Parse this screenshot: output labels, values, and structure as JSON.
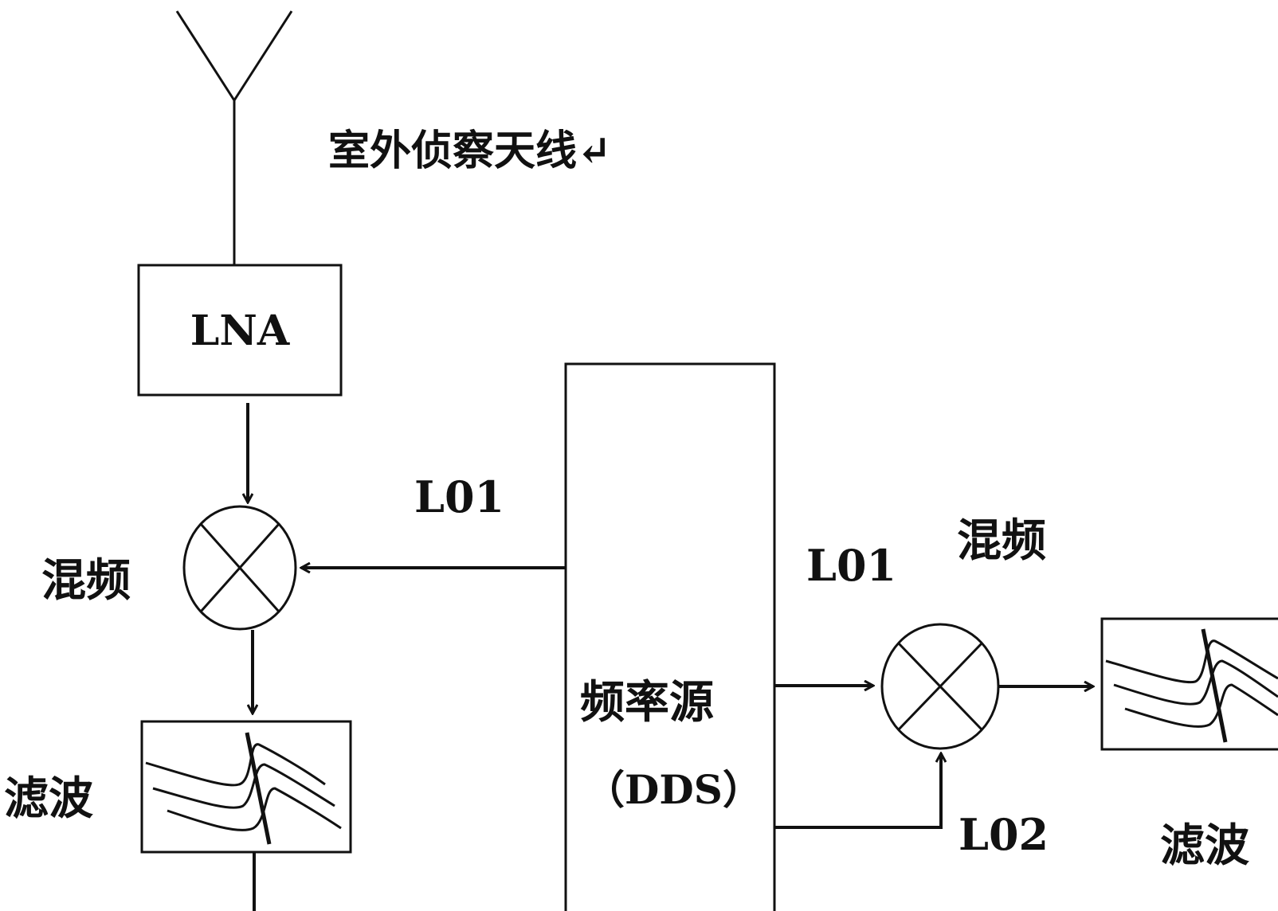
{
  "diagram": {
    "antenna_label": "室外侦察天线↵",
    "lna_label": "LNA",
    "mixer1_label": "混频",
    "filter1_label": "滤波",
    "lo1_left_label": "L01",
    "freq_source_label": "频率源",
    "freq_source_sub": "（DDS）",
    "lo1_right_label": "L01",
    "lo2_label": "L02",
    "mixer2_label": "混频",
    "filter2_label": "滤波"
  },
  "colors": {
    "stroke": "#111111",
    "background": "#ffffff"
  }
}
